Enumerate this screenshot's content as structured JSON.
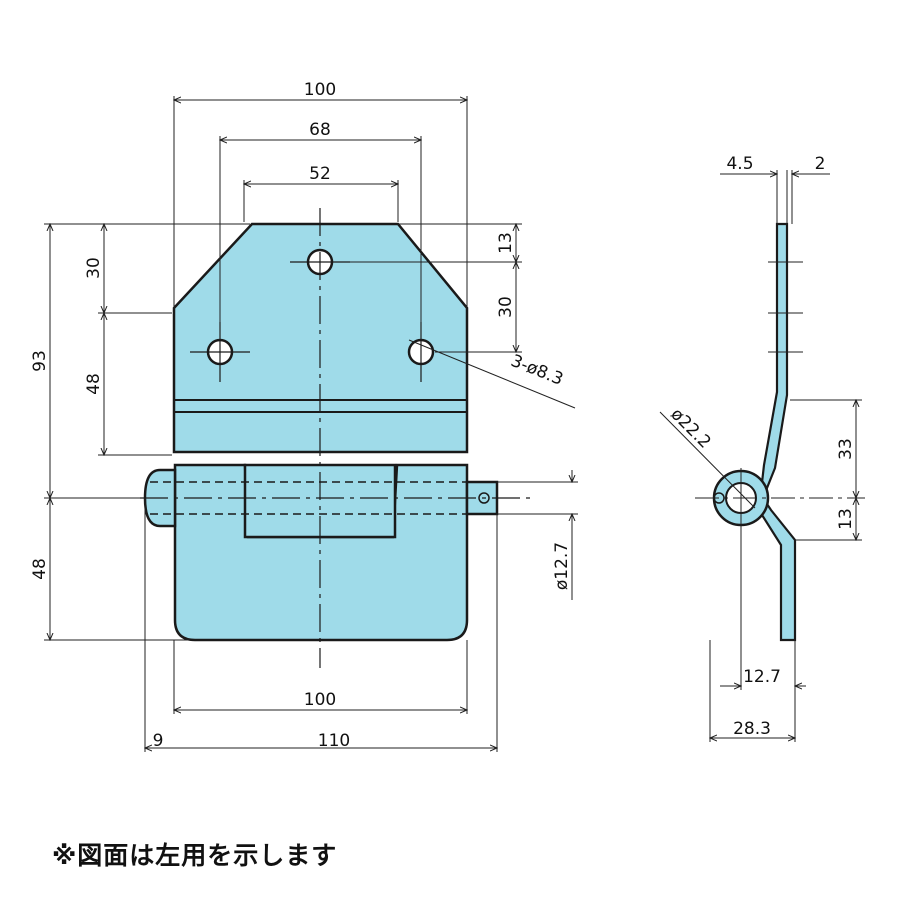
{
  "colors": {
    "part_fill": "#9fdbe9",
    "outline": "#1a1a1a",
    "dim_line": "#222222"
  },
  "front_view": {
    "dims": {
      "top_width": "100",
      "hole_pitch": "68",
      "top_edge": "52",
      "top_chamfer_height": "30",
      "total_height": "93",
      "upper_hole_to_pin": "48",
      "lower_leaf_height": "48",
      "top_hole_offset": "13",
      "hole_vertical_pitch": "30",
      "hole_callout": "3-ø8.3",
      "pin_diameter": "ø12.7",
      "bottom_width": "100",
      "pin_overhang": "9",
      "overall_width": "110"
    }
  },
  "side_view": {
    "dims": {
      "thickness": "4.5",
      "gap": "2",
      "knuckle_diameter": "ø22.2",
      "offset_upper": "33",
      "offset_lower": "13",
      "leaf_width": "12.7",
      "overall_depth": "28.3"
    }
  },
  "note": "※図面は左用を示します"
}
